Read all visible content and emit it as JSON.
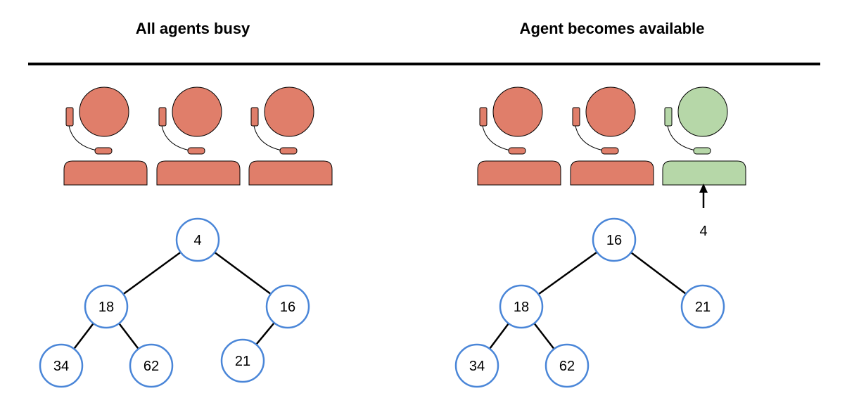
{
  "panels": {
    "left": {
      "title": "All agents busy",
      "agents": [
        {
          "status": "busy",
          "color": "#E07E6A"
        },
        {
          "status": "busy",
          "color": "#E07E6A"
        },
        {
          "status": "busy",
          "color": "#E07E6A"
        }
      ],
      "heap": {
        "nodes": [
          "4",
          "18",
          "16",
          "34",
          "62",
          "21"
        ],
        "edges": [
          [
            "4",
            "18"
          ],
          [
            "4",
            "16"
          ],
          [
            "18",
            "34"
          ],
          [
            "18",
            "62"
          ],
          [
            "16",
            "21"
          ]
        ]
      }
    },
    "right": {
      "title": "Agent becomes available",
      "agents": [
        {
          "status": "busy",
          "color": "#E07E6A"
        },
        {
          "status": "busy",
          "color": "#E07E6A"
        },
        {
          "status": "available",
          "color": "#B6D7A8"
        }
      ],
      "heap": {
        "nodes": [
          "16",
          "18",
          "21",
          "34",
          "62"
        ],
        "edges": [
          [
            "16",
            "18"
          ],
          [
            "16",
            "21"
          ],
          [
            "18",
            "34"
          ],
          [
            "18",
            "62"
          ]
        ]
      },
      "dispatched_value": "4"
    }
  },
  "colors": {
    "busy_agent": "#E07E6A",
    "available_agent": "#B6D7A8",
    "node_stroke": "#4A86D8"
  },
  "icons": {
    "agent": "headset-agent-icon",
    "arrow": "up-arrow-icon"
  }
}
